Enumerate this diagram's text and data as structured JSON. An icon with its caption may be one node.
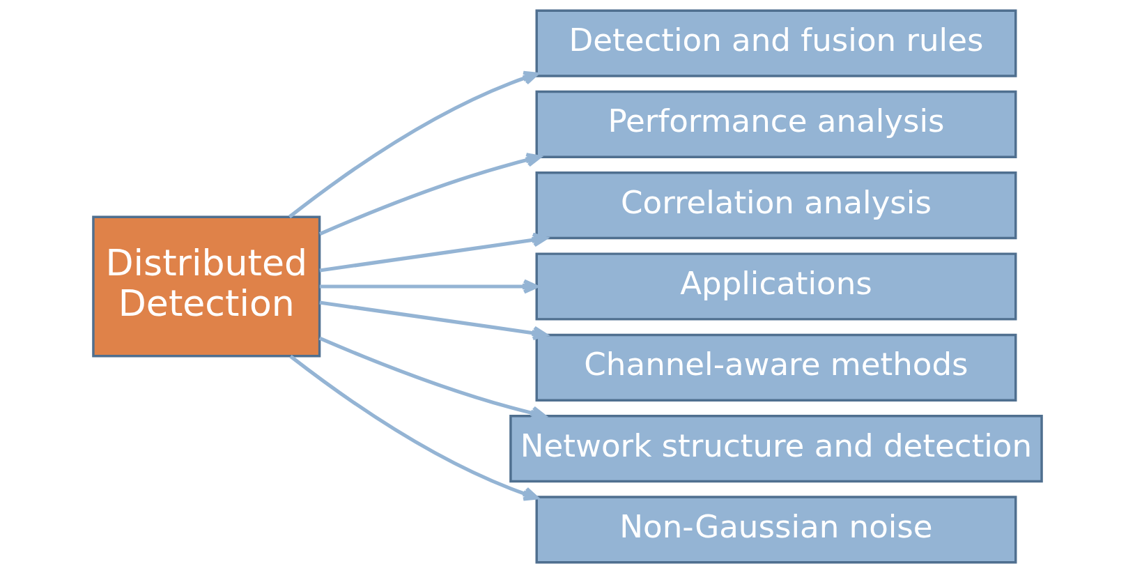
{
  "diagram": {
    "nodes": [
      {
        "text": [
          "Distributed Detection"
        ]
      },
      {
        "text": [
          "Detection and fusion rules"
        ]
      },
      {
        "text": [
          "Performance analysis"
        ]
      },
      {
        "text": [
          "Correlation analysis"
        ]
      },
      {
        "text": [
          "Applications"
        ]
      },
      {
        "text": [
          "Channel-aware methods"
        ]
      },
      {
        "text": [
          "Network structure and detection"
        ]
      },
      {
        "text": [
          "Non-Gaussian noise"
        ]
      }
    ],
    "edges": [
      {
        "from": 0,
        "to": 1,
        "arrow": "to"
      },
      {
        "from": 0,
        "to": 2,
        "arrow": "to"
      },
      {
        "from": 0,
        "to": 3,
        "arrow": "to"
      },
      {
        "from": 0,
        "to": 4,
        "arrow": "to"
      },
      {
        "from": 0,
        "to": 5,
        "arrow": "to"
      },
      {
        "from": 0,
        "to": 6,
        "arrow": "to"
      },
      {
        "from": 0,
        "to": 7,
        "arrow": "to"
      }
    ]
  }
}
